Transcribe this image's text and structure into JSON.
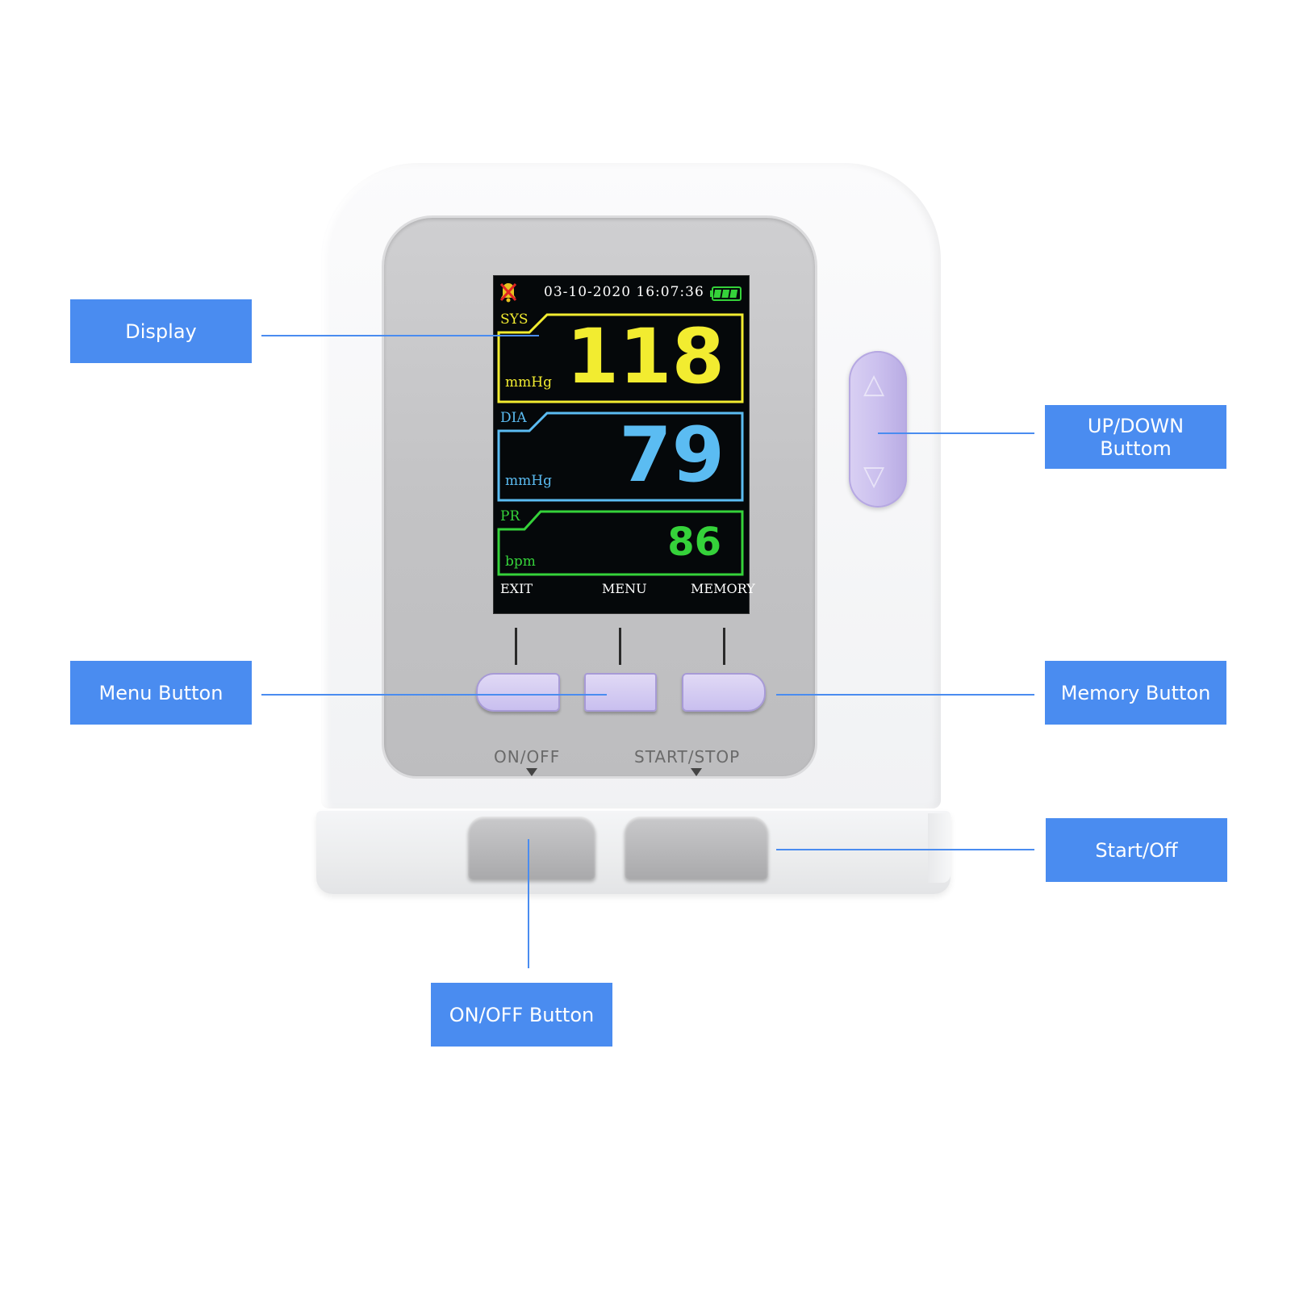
{
  "callouts": {
    "display": "Display",
    "menu_button": "Menu Button",
    "updown_line1": "UP/DOWN",
    "updown_line2": "Buttom",
    "memory_button": "Memory Button",
    "start_off": "Start/Off",
    "onoff_button": "ON/OFF Button"
  },
  "screen": {
    "datetime": "03-10-2020 16:07:36",
    "sys": {
      "label": "SYS",
      "unit": "mmHg",
      "value": "118",
      "color": "#f2ec30"
    },
    "dia": {
      "label": "DIA",
      "unit": "mmHg",
      "value": "79",
      "color": "#5bbcf2"
    },
    "pr": {
      "label": "PR",
      "unit": "bpm",
      "value": "86",
      "color": "#35d23a"
    },
    "softkeys": {
      "left": "EXIT",
      "middle": "MENU",
      "right": "MEMORY"
    }
  },
  "panel": {
    "onoff_label": "ON/OFF",
    "startstop_label": "START/STOP"
  },
  "colors": {
    "callout_bg": "#4a8cf0",
    "button_lavender": "#c9bfef"
  },
  "icons": [
    "alarm-muted-icon",
    "battery-full-icon",
    "up-arrow-icon",
    "down-arrow-icon"
  ]
}
